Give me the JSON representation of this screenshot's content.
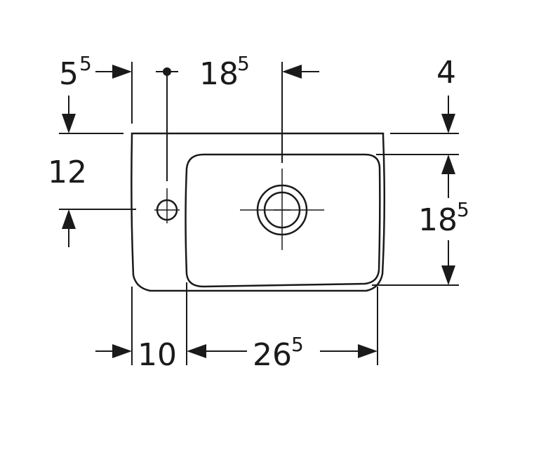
{
  "dimensions": {
    "offset_left": {
      "main": "5",
      "sup": "5"
    },
    "tap_to_drain": {
      "main": "18",
      "sup": "5"
    },
    "rim_top": {
      "main": "4",
      "sup": ""
    },
    "tap_height": {
      "main": "12",
      "sup": ""
    },
    "bowl_depth": {
      "main": "18",
      "sup": "5"
    },
    "side_width": {
      "main": "10",
      "sup": ""
    },
    "bowl_width": {
      "main": "26",
      "sup": "5"
    }
  },
  "colors": {
    "line": "#1a1a1a",
    "background": "#ffffff"
  }
}
